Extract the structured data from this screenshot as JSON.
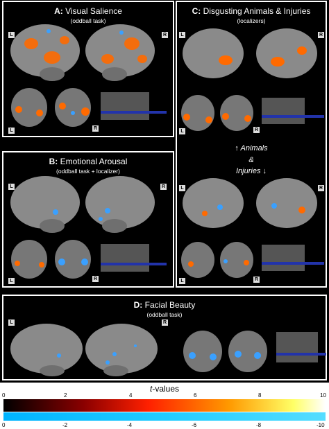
{
  "panels": {
    "a": {
      "letter": "A:",
      "title": "Visual Salience",
      "subtitle": "(oddball task)"
    },
    "b": {
      "letter": "B:",
      "title": "Emotional Arousal",
      "subtitle": "(oddball task + localizer)"
    },
    "c": {
      "letter": "C:",
      "title": "Disgusting Animals & Injuries",
      "subtitle": "(localizers)"
    },
    "d": {
      "letter": "D:",
      "title": "Facial Beauty",
      "subtitle": "(oddball task)"
    }
  },
  "hemisphere_labels": {
    "left": "L",
    "right": "R"
  },
  "middle_legend": {
    "line1": "↑ Animals",
    "line2": "&",
    "line3": "Injuries ↓"
  },
  "colorbar": {
    "title_italic": "t",
    "title_rest": "-values",
    "positive_ticks": [
      "0",
      "2",
      "4",
      "6",
      "8",
      "10"
    ],
    "negative_ticks": [
      "0",
      "-2",
      "-4",
      "-6",
      "-8",
      "-10"
    ]
  },
  "colors": {
    "brain": "#8a8a8a",
    "activation_hot": "#ff6a00",
    "activation_cool": "#3aa0ff"
  }
}
